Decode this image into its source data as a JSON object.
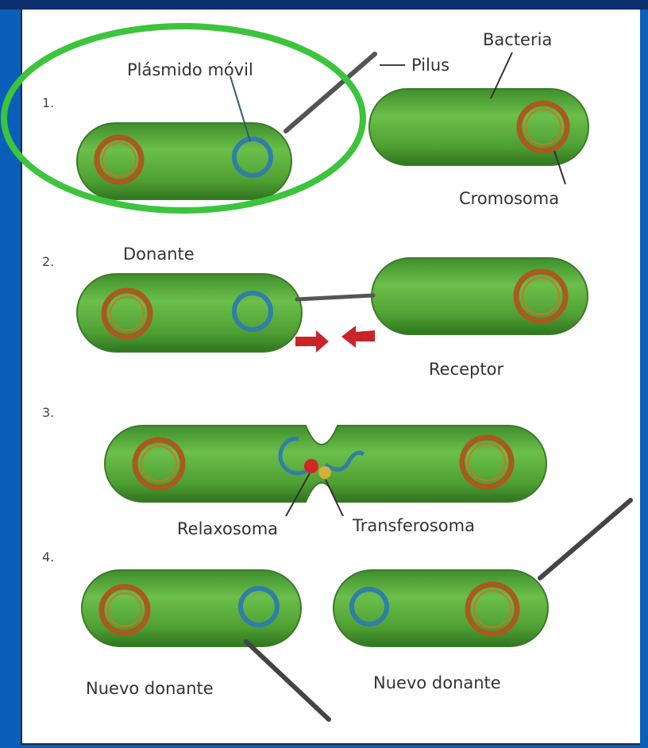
{
  "steps": {
    "s1": "1.",
    "s2": "2.",
    "s3": "3.",
    "s4": "4."
  },
  "labels": {
    "plasmid": "Plásmido móvil",
    "pilus": "Pilus",
    "bacteria": "Bacteria",
    "chromosome": "Cromosoma",
    "donor": "Donante",
    "receptor": "Receptor",
    "relaxosome": "Relaxosoma",
    "transferosome": "Transferosoma",
    "new_donor_left": "Nuevo donante",
    "new_donor_right": "Nuevo donante"
  },
  "colors": {
    "background": "#0a5fb8",
    "cell_fill": "#56a93a",
    "chromosome": "#a95a1e",
    "plasmid": "#2f7fa8",
    "highlight_ellipse": "#3cc43c",
    "arrow": "#c8242a",
    "relaxosome": "#d32626",
    "transferosome": "#d2b13a"
  }
}
